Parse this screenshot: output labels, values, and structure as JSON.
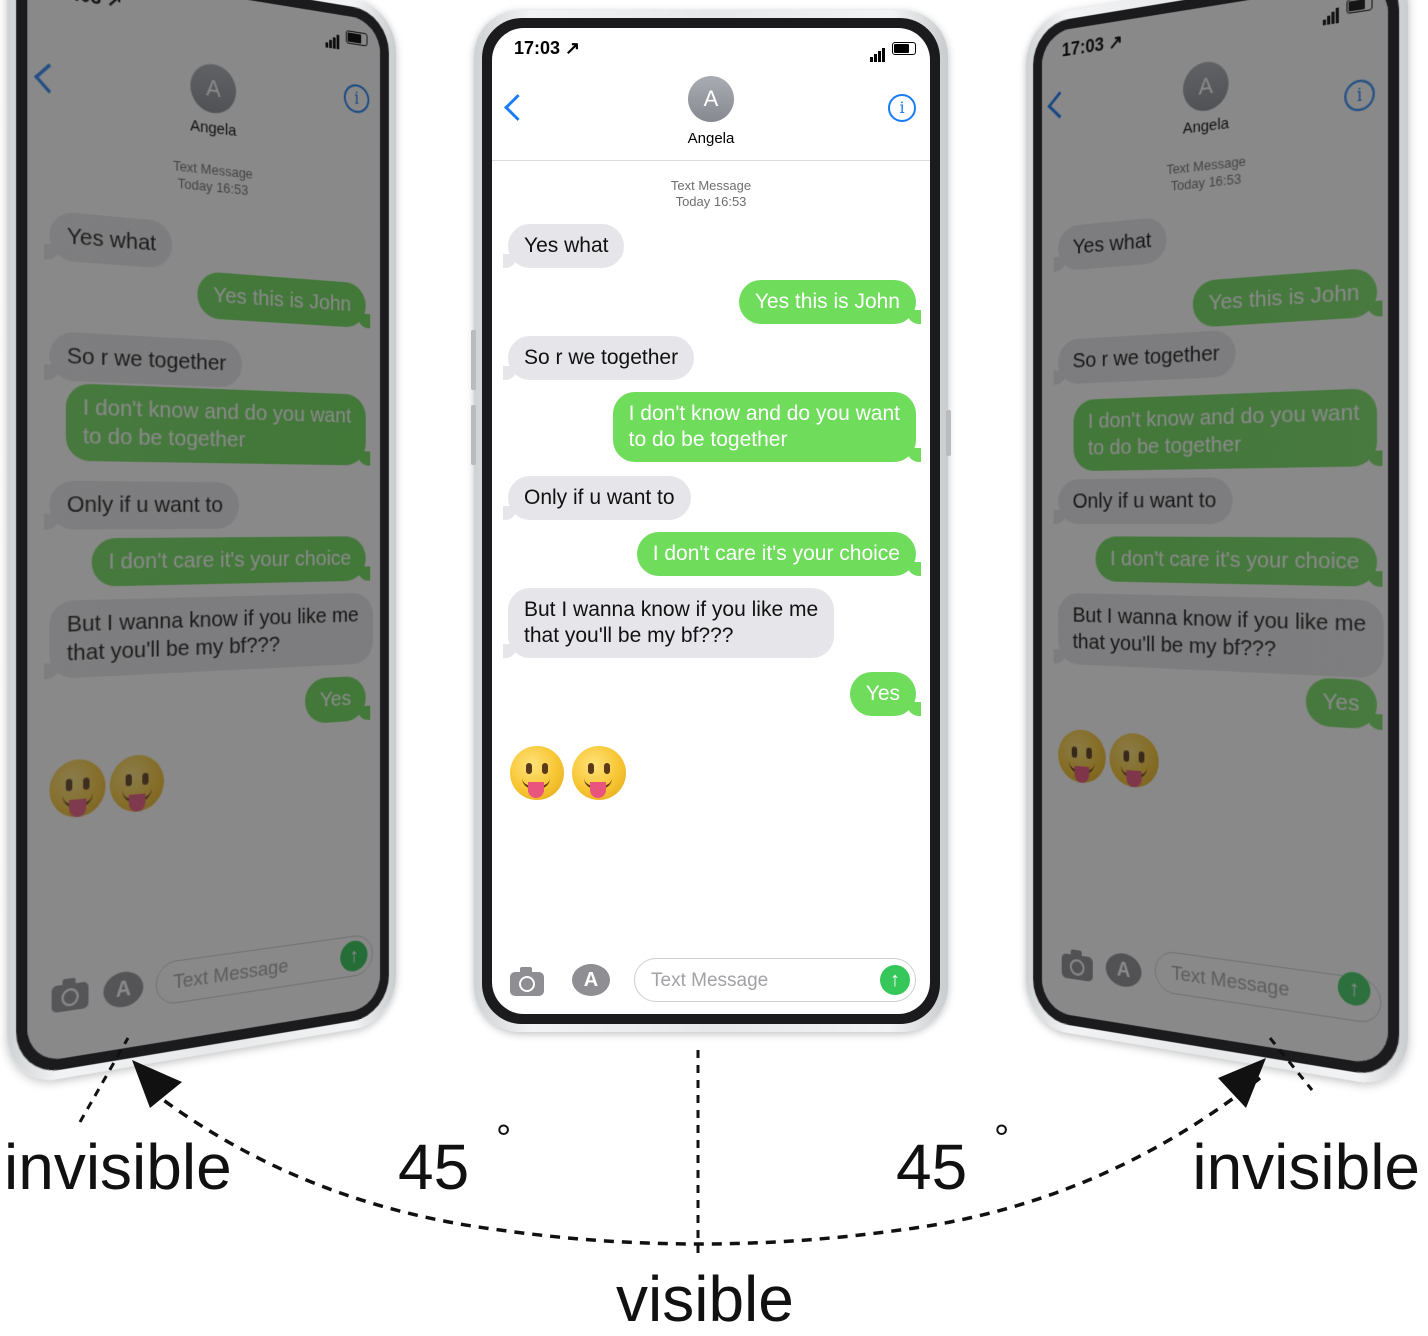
{
  "status": {
    "time": "17:03 ↗"
  },
  "contact": {
    "initial": "A",
    "name": "Angela"
  },
  "thread": {
    "line1": "Text Message",
    "line2": "Today 16:53"
  },
  "messages": [
    {
      "from": "them",
      "text": "Yes what"
    },
    {
      "from": "me",
      "text": "Yes this is John"
    },
    {
      "from": "them",
      "text": "So r we together"
    },
    {
      "from": "me",
      "text": "I don't know and do you want",
      "text2": "to do be together"
    },
    {
      "from": "them",
      "text": "Only if u want to"
    },
    {
      "from": "me",
      "text": "I don't care it's your choice"
    },
    {
      "from": "them",
      "text": "But I wanna know if you like me",
      "text2": "that you'll be my bf???"
    },
    {
      "from": "me",
      "text": "Yes"
    }
  ],
  "composer": {
    "placeholder": "Text Message"
  },
  "icons": {
    "back": "chevron-left-icon",
    "info": "info-icon",
    "camera": "camera-icon",
    "apps": "app-store-icon",
    "send": "send-arrow-icon",
    "emoji": "face-with-tongue-icon"
  },
  "colors": {
    "sent": "#6fdc5c",
    "received": "#e6e6ea",
    "accent": "#1a7cf5"
  },
  "caption": {
    "left_label": "invisible",
    "right_label": "invisible",
    "center_label": "visible",
    "left_angle": "45",
    "right_angle": "45",
    "degree": "°"
  }
}
